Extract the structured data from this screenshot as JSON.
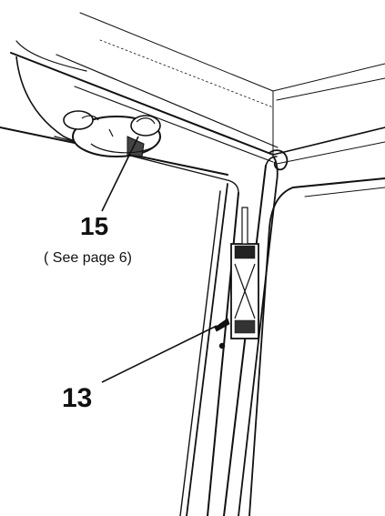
{
  "callouts": {
    "part_15": {
      "label": "15",
      "note": "( See page 6)"
    },
    "part_13": {
      "label": "13"
    }
  },
  "colors": {
    "ink": "#111111",
    "paper": "#ffffff"
  }
}
